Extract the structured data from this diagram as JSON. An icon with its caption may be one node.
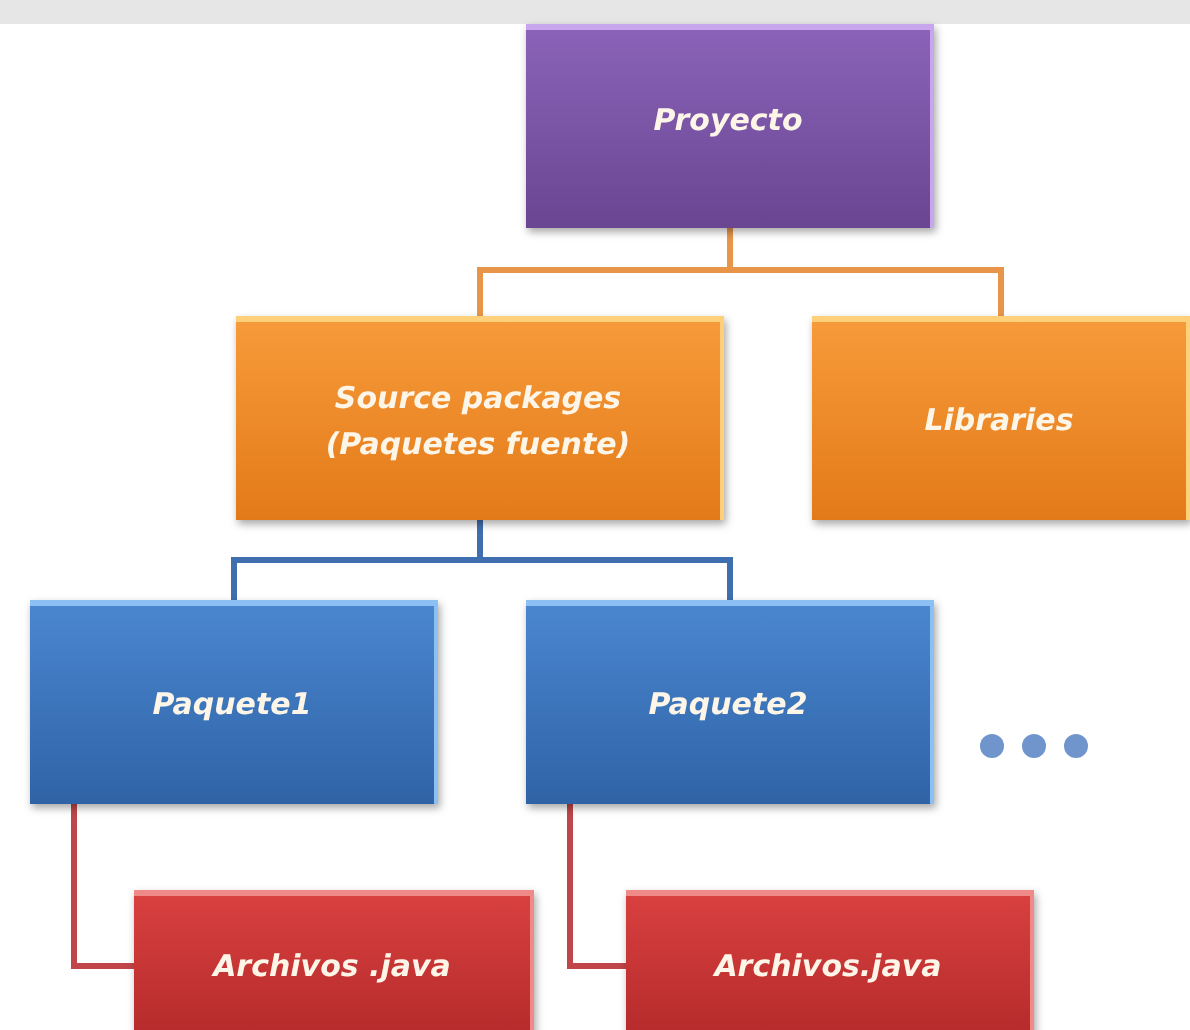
{
  "diagram": {
    "nodes": [
      {
        "text": [
          "Proyecto"
        ]
      },
      {
        "text": [
          "Source packages (Paquetes fuente)"
        ]
      },
      {
        "text": [
          "Libraries"
        ]
      },
      {
        "text": [
          "Paquete1"
        ]
      },
      {
        "text": [
          "Paquete2"
        ]
      },
      {
        "text": [
          "Archivos .java"
        ]
      },
      {
        "text": [
          "Archivos.java"
        ]
      }
    ],
    "edges": [
      {
        "from": 0,
        "to": 1,
        "arrow": "none",
        "color": "#e8954a"
      },
      {
        "from": 0,
        "to": 2,
        "arrow": "none",
        "color": "#e8954a"
      },
      {
        "from": 1,
        "to": 3,
        "arrow": "none",
        "color": "#3f6fae"
      },
      {
        "from": 1,
        "to": 4,
        "arrow": "none",
        "color": "#3f6fae"
      },
      {
        "from": 3,
        "to": 5,
        "arrow": "none",
        "color": "#c0464a"
      },
      {
        "from": 4,
        "to": 6,
        "arrow": "none",
        "color": "#c0464a"
      }
    ]
  }
}
